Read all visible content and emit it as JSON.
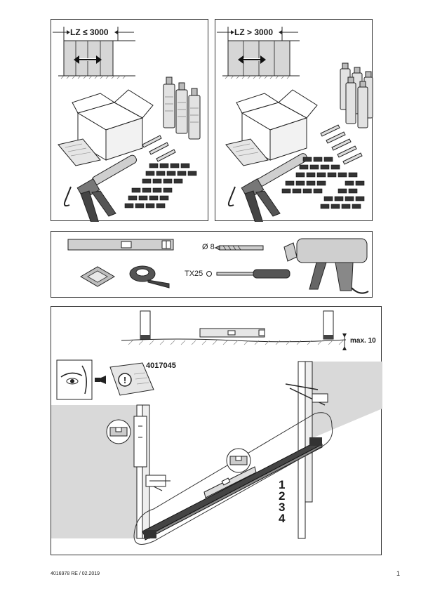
{
  "panel_small": {
    "dimension_label": "LZ ≤ 3000"
  },
  "panel_large": {
    "dimension_label": "LZ > 3000"
  },
  "tools": {
    "drill_bit_label": "Ø 8",
    "screwdriver_label": "TX25"
  },
  "install": {
    "tolerance_label": "max. 10",
    "document_ref": "4017045",
    "steps": [
      "1",
      "2",
      "3",
      "4"
    ]
  },
  "footer": {
    "doc_id": "4016978  RE / 02.2019",
    "page_number": "1"
  },
  "colors": {
    "grey_fill": "#d9d9d9",
    "light_fill": "#ececec",
    "line": "#222222"
  }
}
